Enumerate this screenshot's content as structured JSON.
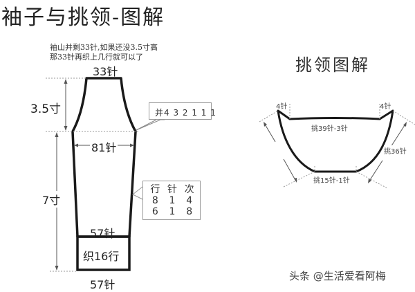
{
  "title": "袖子与挑领-图解",
  "sleeve": {
    "note_line1": "袖山并剩33针,如果还没3.5寸高",
    "note_line2": "那33针再织上几行就可以了",
    "top_stitches": "33针",
    "cap_height": "3.5寸",
    "width_stitches": "81针",
    "body_length": "7寸",
    "cuff_top_stitches": "57针",
    "cuff_rows": "织16行",
    "bottom_stitches": "57针",
    "cap_decrease_callout": "并4 3 2 1 1 1",
    "decrease_table": {
      "headers": [
        "行",
        "针",
        "次"
      ],
      "rows": [
        [
          "8",
          "1",
          "4"
        ],
        [
          "6",
          "1",
          "8"
        ]
      ]
    }
  },
  "collar": {
    "title": "挑领图解",
    "left_corner": "4针",
    "right_corner": "4针",
    "back_neck": "挑39针-3针",
    "side": "挑36针",
    "front_neck": "挑15针-1针"
  },
  "watermark": "头条 @生活爱看阿梅",
  "colors": {
    "outline": "#1a1a1a",
    "dim_line": "#555555",
    "guide": "#9a9a9a",
    "text": "#222222"
  }
}
